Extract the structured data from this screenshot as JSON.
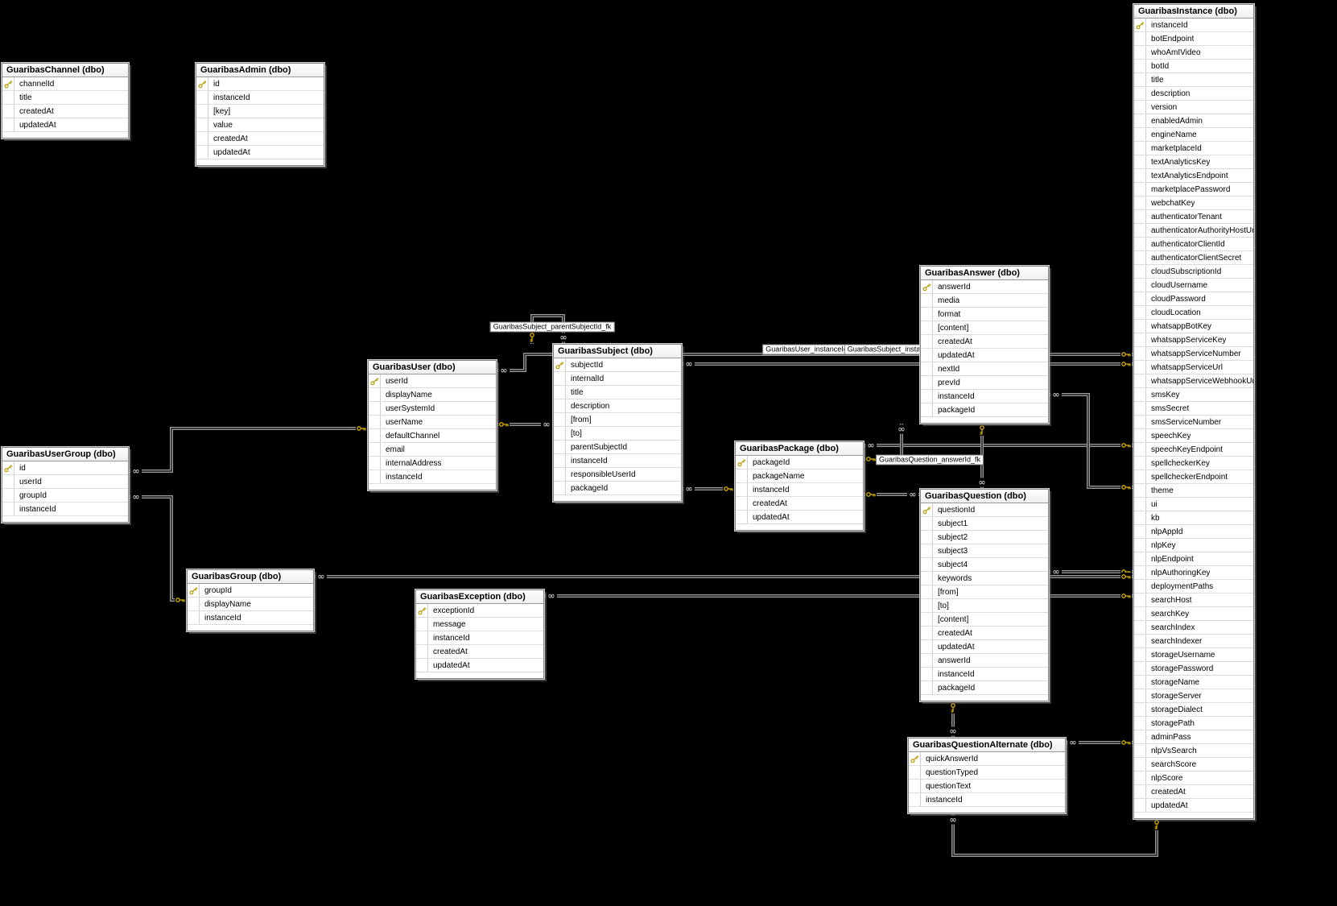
{
  "diagram": {
    "background_color": "#000000",
    "line_color": "#9b9b9b",
    "key_color": "#d9b200",
    "table_background": "#ffffff"
  },
  "tables": [
    {
      "id": "channel",
      "title": "GuaribasChannel (dbo)",
      "columns": [
        {
          "name": "channelId",
          "key": true
        },
        {
          "name": "title"
        },
        {
          "name": "createdAt"
        },
        {
          "name": "updatedAt"
        }
      ]
    },
    {
      "id": "admin",
      "title": "GuaribasAdmin (dbo)",
      "columns": [
        {
          "name": "id",
          "key": true
        },
        {
          "name": "instanceId"
        },
        {
          "name": "[key]"
        },
        {
          "name": "value"
        },
        {
          "name": "createdAt"
        },
        {
          "name": "updatedAt"
        }
      ]
    },
    {
      "id": "instance",
      "title": "GuaribasInstance (dbo)",
      "columns": [
        {
          "name": "instanceId",
          "key": true
        },
        {
          "name": "botEndpoint"
        },
        {
          "name": "whoAmIVideo"
        },
        {
          "name": "botId"
        },
        {
          "name": "title"
        },
        {
          "name": "description"
        },
        {
          "name": "version"
        },
        {
          "name": "enabledAdmin"
        },
        {
          "name": "engineName"
        },
        {
          "name": "marketplaceId"
        },
        {
          "name": "textAnalyticsKey"
        },
        {
          "name": "textAnalyticsEndpoint"
        },
        {
          "name": "marketplacePassword"
        },
        {
          "name": "webchatKey"
        },
        {
          "name": "authenticatorTenant"
        },
        {
          "name": "authenticatorAuthorityHostUrl"
        },
        {
          "name": "authenticatorClientId"
        },
        {
          "name": "authenticatorClientSecret"
        },
        {
          "name": "cloudSubscriptionId"
        },
        {
          "name": "cloudUsername"
        },
        {
          "name": "cloudPassword"
        },
        {
          "name": "cloudLocation"
        },
        {
          "name": "whatsappBotKey"
        },
        {
          "name": "whatsappServiceKey"
        },
        {
          "name": "whatsappServiceNumber"
        },
        {
          "name": "whatsappServiceUrl"
        },
        {
          "name": "whatsappServiceWebhookUrl"
        },
        {
          "name": "smsKey"
        },
        {
          "name": "smsSecret"
        },
        {
          "name": "smsServiceNumber"
        },
        {
          "name": "speechKey"
        },
        {
          "name": "speechKeyEndpoint"
        },
        {
          "name": "spellcheckerKey"
        },
        {
          "name": "spellcheckerEndpoint"
        },
        {
          "name": "theme"
        },
        {
          "name": "ui"
        },
        {
          "name": "kb"
        },
        {
          "name": "nlpAppId"
        },
        {
          "name": "nlpKey"
        },
        {
          "name": "nlpEndpoint"
        },
        {
          "name": "nlpAuthoringKey"
        },
        {
          "name": "deploymentPaths"
        },
        {
          "name": "searchHost"
        },
        {
          "name": "searchKey"
        },
        {
          "name": "searchIndex"
        },
        {
          "name": "searchIndexer"
        },
        {
          "name": "storageUsername"
        },
        {
          "name": "storagePassword"
        },
        {
          "name": "storageName"
        },
        {
          "name": "storageServer"
        },
        {
          "name": "storageDialect"
        },
        {
          "name": "storagePath"
        },
        {
          "name": "adminPass"
        },
        {
          "name": "nlpVsSearch"
        },
        {
          "name": "searchScore"
        },
        {
          "name": "nlpScore"
        },
        {
          "name": "createdAt"
        },
        {
          "name": "updatedAt"
        }
      ]
    },
    {
      "id": "answer",
      "title": "GuaribasAnswer (dbo)",
      "columns": [
        {
          "name": "answerId",
          "key": true
        },
        {
          "name": "media"
        },
        {
          "name": "format"
        },
        {
          "name": "[content]"
        },
        {
          "name": "createdAt"
        },
        {
          "name": "updatedAt"
        },
        {
          "name": "nextId"
        },
        {
          "name": "prevId"
        },
        {
          "name": "instanceId"
        },
        {
          "name": "packageId"
        }
      ]
    },
    {
      "id": "user",
      "title": "GuaribasUser (dbo)",
      "columns": [
        {
          "name": "userId",
          "key": true
        },
        {
          "name": "displayName"
        },
        {
          "name": "userSystemId"
        },
        {
          "name": "userName"
        },
        {
          "name": "defaultChannel"
        },
        {
          "name": "email"
        },
        {
          "name": "internalAddress"
        },
        {
          "name": "instanceId"
        }
      ]
    },
    {
      "id": "subject",
      "title": "GuaribasSubject (dbo)",
      "columns": [
        {
          "name": "subjectId",
          "key": true
        },
        {
          "name": "internalId"
        },
        {
          "name": "title"
        },
        {
          "name": "description"
        },
        {
          "name": "[from]"
        },
        {
          "name": "[to]"
        },
        {
          "name": "parentSubjectId"
        },
        {
          "name": "instanceId"
        },
        {
          "name": "responsibleUserId"
        },
        {
          "name": "packageId"
        }
      ]
    },
    {
      "id": "package",
      "title": "GuaribasPackage (dbo)",
      "columns": [
        {
          "name": "packageId",
          "key": true
        },
        {
          "name": "packageName"
        },
        {
          "name": "instanceId"
        },
        {
          "name": "createdAt"
        },
        {
          "name": "updatedAt"
        }
      ]
    },
    {
      "id": "question",
      "title": "GuaribasQuestion (dbo)",
      "columns": [
        {
          "name": "questionId",
          "key": true
        },
        {
          "name": "subject1"
        },
        {
          "name": "subject2"
        },
        {
          "name": "subject3"
        },
        {
          "name": "subject4"
        },
        {
          "name": "keywords"
        },
        {
          "name": "[from]"
        },
        {
          "name": "[to]"
        },
        {
          "name": "[content]"
        },
        {
          "name": "createdAt"
        },
        {
          "name": "updatedAt"
        },
        {
          "name": "answerId"
        },
        {
          "name": "instanceId"
        },
        {
          "name": "packageId"
        }
      ]
    },
    {
      "id": "usergroup",
      "title": "GuaribasUserGroup (dbo)",
      "columns": [
        {
          "name": "id",
          "key": true
        },
        {
          "name": "userId"
        },
        {
          "name": "groupId"
        },
        {
          "name": "instanceId"
        }
      ]
    },
    {
      "id": "group",
      "title": "GuaribasGroup (dbo)",
      "columns": [
        {
          "name": "groupId",
          "key": true
        },
        {
          "name": "displayName"
        },
        {
          "name": "instanceId"
        }
      ]
    },
    {
      "id": "exception",
      "title": "GuaribasException (dbo)",
      "columns": [
        {
          "name": "exceptionId",
          "key": true
        },
        {
          "name": "message"
        },
        {
          "name": "instanceId"
        },
        {
          "name": "createdAt"
        },
        {
          "name": "updatedAt"
        }
      ]
    },
    {
      "id": "qalt",
      "title": "GuaribasQuestionAlternate (dbo)",
      "columns": [
        {
          "name": "quickAnswerId",
          "key": true
        },
        {
          "name": "questionTyped"
        },
        {
          "name": "questionText"
        },
        {
          "name": "instanceId"
        }
      ]
    }
  ],
  "relationship_labels": [
    {
      "id": "parentSubject",
      "text": "GuaribasSubject_parentSubjectId_fk"
    },
    {
      "id": "userInstance",
      "text": "GuaribasUser_instanceId_fk"
    },
    {
      "id": "subjectInstance",
      "text": "GuaribasSubject_instanceId_fk"
    },
    {
      "id": "questionAnswer",
      "text": "GuaribasQuestion_answerId_fk"
    }
  ]
}
